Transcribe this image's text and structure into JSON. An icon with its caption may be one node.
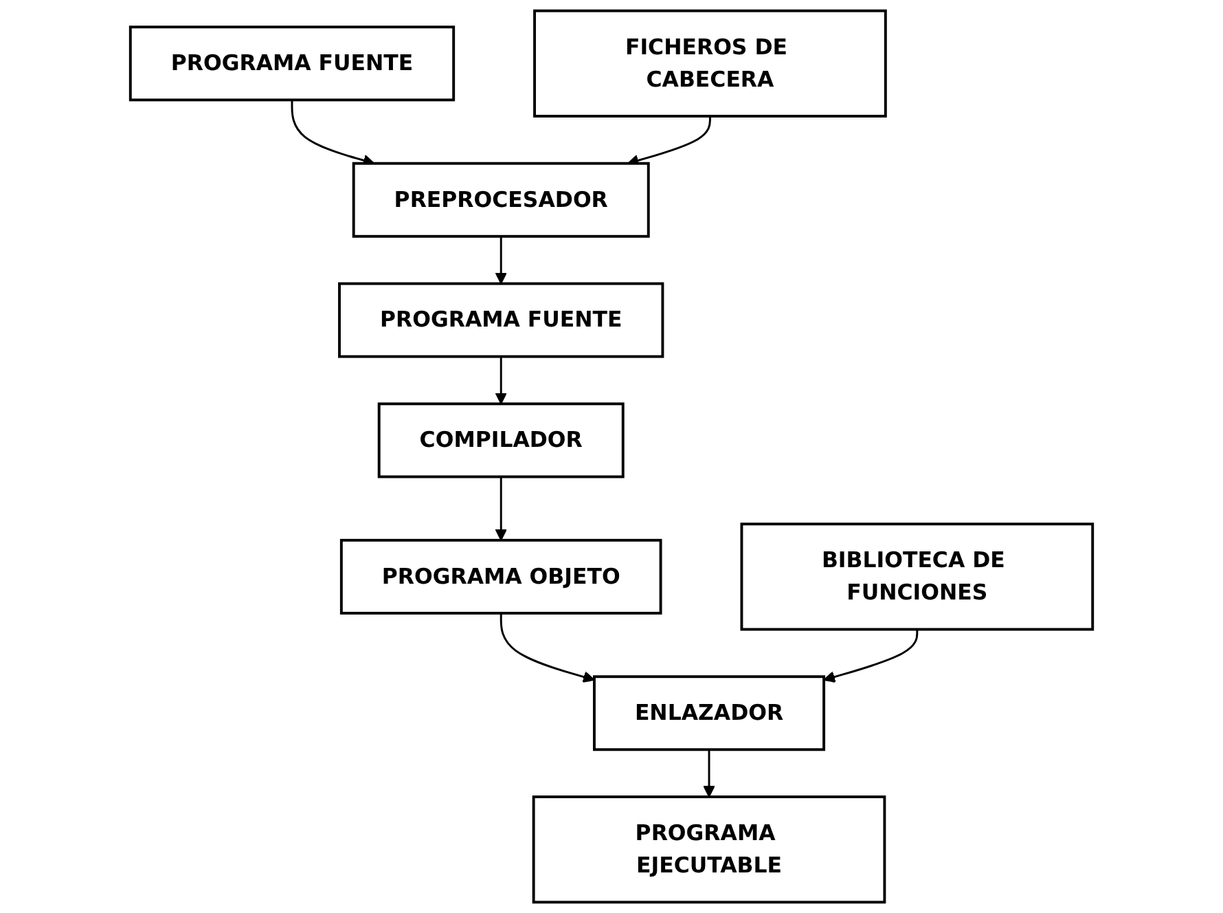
{
  "diagram": {
    "nodes": [
      {
        "text": [
          "PROGRAMA FUENTE"
        ]
      },
      {
        "text": [
          "PREPROCESADOR"
        ]
      },
      {
        "text": [
          "FICHEROS DE CABECERA"
        ]
      },
      {
        "text": [
          "PROGRAMA FUENTE"
        ]
      },
      {
        "text": [
          "COMPILADOR"
        ]
      },
      {
        "text": [
          "PROGRAMA OBJETO"
        ]
      },
      {
        "text": [
          "ENLAZADOR"
        ]
      },
      {
        "text": [
          "BIBLIOTECA DE FUNCIONES"
        ]
      },
      {
        "text": [
          "PROGRAMA EJECUTABLE"
        ]
      }
    ],
    "edges": [
      {
        "from": 0,
        "to": 1,
        "arrow": "to"
      },
      {
        "from": 2,
        "to": 1,
        "arrow": "to"
      },
      {
        "from": 1,
        "to": 3,
        "arrow": "to"
      },
      {
        "from": 3,
        "to": 4,
        "arrow": "to"
      },
      {
        "from": 4,
        "to": 5,
        "arrow": "to"
      },
      {
        "from": 5,
        "to": 6,
        "arrow": "to"
      },
      {
        "from": 7,
        "to": 6,
        "arrow": "to"
      },
      {
        "from": 6,
        "to": 8,
        "arrow": "to"
      }
    ]
  }
}
